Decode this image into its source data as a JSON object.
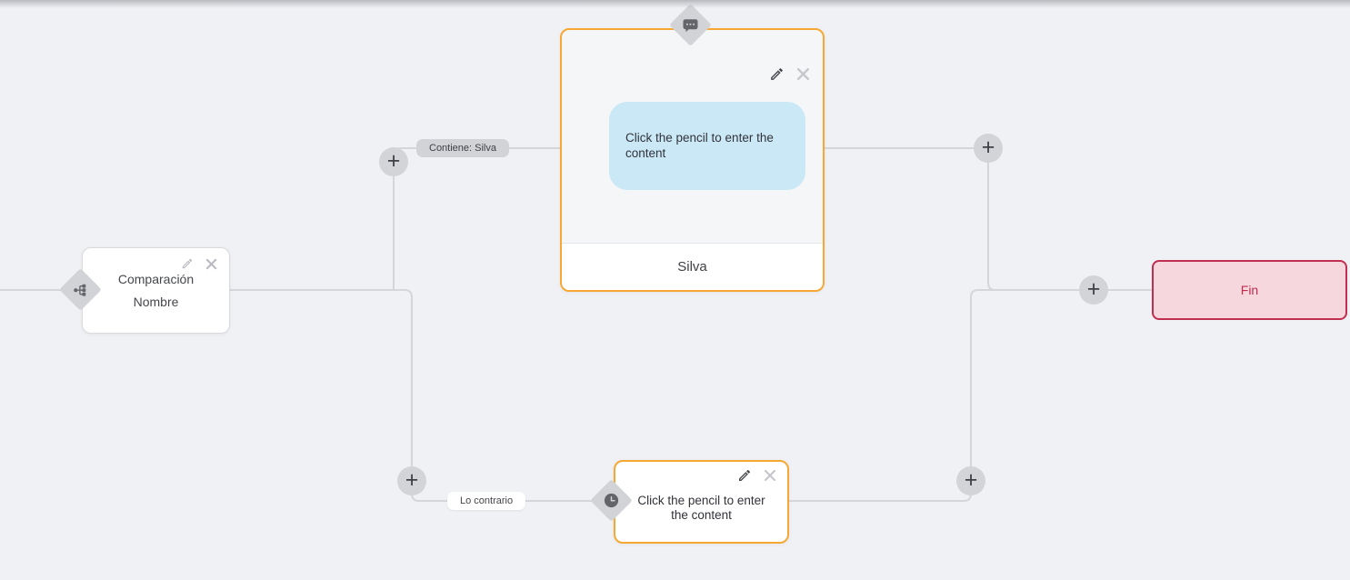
{
  "flow": {
    "condition_node": {
      "line1": "Comparación",
      "line2": "Nombre"
    },
    "message_node": {
      "bubble_text": "Click the pencil to enter the content",
      "footer": "Silva"
    },
    "delay_node": {
      "text": "Click the pencil to enter the content"
    },
    "end_node": {
      "label": "Fin"
    },
    "edge_labels": {
      "match": "Contiene: Silva",
      "else": "Lo contrario"
    }
  },
  "ui": {
    "add_glyph": "+"
  },
  "colors": {
    "canvas_bg": "#f0f1f4",
    "edge": "#d5d6da",
    "accent_orange": "#f6a832",
    "bubble_blue": "#cbe8f6",
    "end_border": "#c02e50",
    "end_bg": "#f6d7dd",
    "handle_gray": "#d2d3d6"
  }
}
